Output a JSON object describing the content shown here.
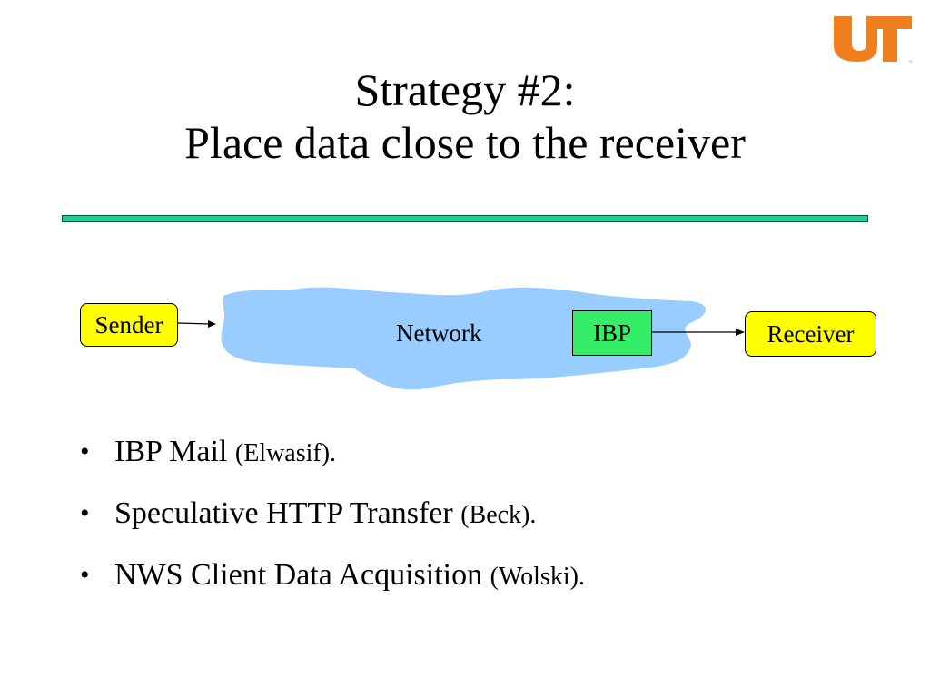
{
  "slide": {
    "title_line1": "Strategy #2:",
    "title_line2": "Place data close to the receiver"
  },
  "diagram": {
    "sender_label": "Sender",
    "network_label": "Network",
    "ibp_label": "IBP",
    "receiver_label": "Receiver"
  },
  "bullets": [
    {
      "text": "IBP Mail",
      "cite": "(Elwasif)."
    },
    {
      "text": "Speculative HTTP Transfer",
      "cite": "(Beck)."
    },
    {
      "text": "NWS Client Data Acquisition",
      "cite": "(Wolski)."
    }
  ],
  "colors": {
    "logo": "#f07f1f",
    "rule": "#1fcf8f",
    "network_cloud": "#99ccff",
    "box_yellow": "#ffff00",
    "box_green": "#33ee66"
  },
  "logo": {
    "icon": "ut-logo-icon"
  }
}
